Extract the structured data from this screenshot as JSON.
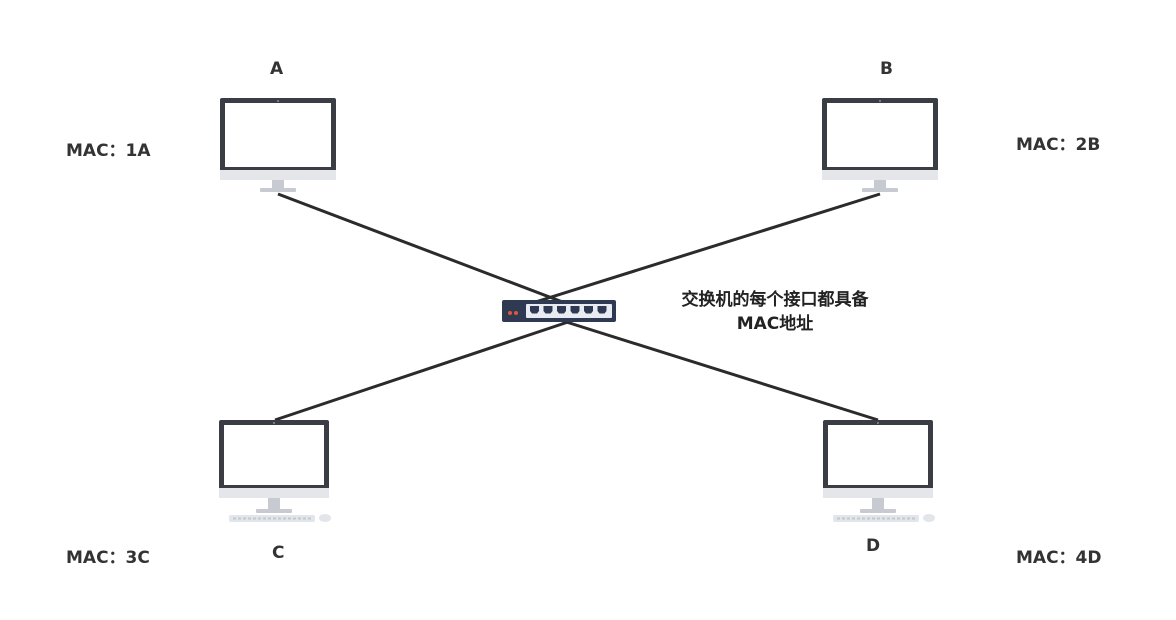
{
  "computers": [
    {
      "id": "A",
      "name": "A",
      "mac": "MAC：1A"
    },
    {
      "id": "B",
      "name": "B",
      "mac": "MAC：2B"
    },
    {
      "id": "C",
      "name": "C",
      "mac": "MAC：3C"
    },
    {
      "id": "D",
      "name": "D",
      "mac": "MAC：4D"
    }
  ],
  "switch": {
    "note_line1": "交换机的每个接口都具备",
    "note_line2": "MAC地址",
    "port_count": 6
  },
  "colors": {
    "cable": "#2b2b2b",
    "monitor_frame": "#3a3d44",
    "monitor_chin": "#e4e6ea",
    "monitor_stand": "#c7cbd1",
    "switch_body": "#2f3a52",
    "switch_panel": "#e8ecf2",
    "switch_led": "#e0563a"
  }
}
